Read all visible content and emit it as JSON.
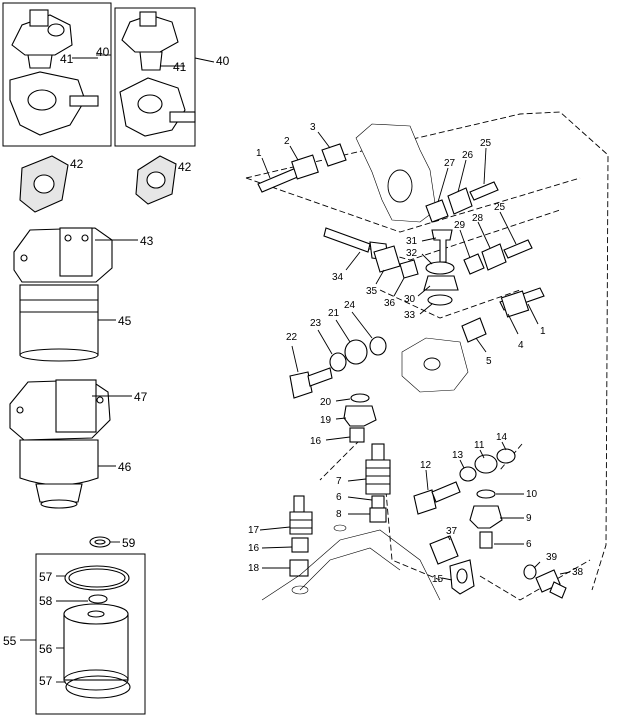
{
  "callouts": [
    "40",
    "40",
    "41",
    "41",
    "42",
    "42",
    "43",
    "45",
    "47",
    "46",
    "59",
    "57",
    "58",
    "55",
    "56",
    "57",
    "1",
    "2",
    "3",
    "27",
    "26",
    "25",
    "28",
    "25",
    "29",
    "31",
    "32",
    "34",
    "35",
    "36",
    "30",
    "33",
    "24",
    "21",
    "23",
    "22",
    "20",
    "19",
    "16",
    "1",
    "4",
    "5",
    "14",
    "11",
    "13",
    "12",
    "10",
    "9",
    "7",
    "6",
    "8",
    "17",
    "16",
    "18",
    "37",
    "6",
    "15",
    "39",
    "38"
  ]
}
